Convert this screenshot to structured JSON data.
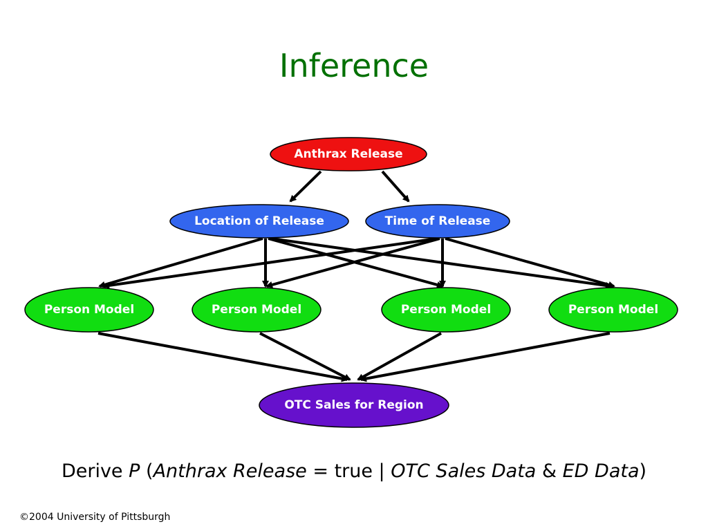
{
  "title": "Inference",
  "nodes": {
    "anthrax_release": "Anthrax Release",
    "location_of_release": "Location of Release",
    "time_of_release": "Time of Release",
    "person_model": "Person Model",
    "otc_sales": "OTC Sales for Region"
  },
  "colors": {
    "title": "#007000",
    "anthrax_release": "#ee1111",
    "release_parameters": "#3366ee",
    "person_model": "#11dd11",
    "otc_sales": "#6611cc"
  },
  "formula": {
    "derive": "Derive",
    "p": "P",
    "open_paren": "(",
    "anthrax_release": "Anthrax Release",
    "equals_true": "= true |",
    "otc_sales_data": "OTC Sales Data",
    "ampersand": "&",
    "ed_data": "ED Data",
    "close_paren": ")"
  },
  "footer": {
    "copyright_symbol": "©",
    "text": "2004 University of Pittsburgh"
  }
}
